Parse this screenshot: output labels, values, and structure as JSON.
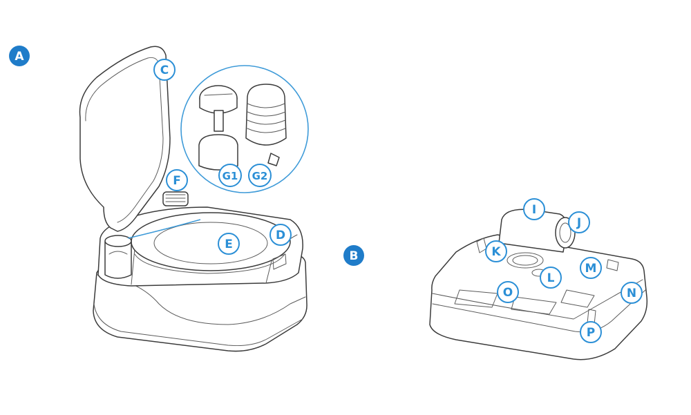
{
  "section_markers": {
    "a": "A",
    "b": "B"
  },
  "callouts": {
    "c": "C",
    "d": "D",
    "e": "E",
    "f": "F",
    "g1": "G1",
    "g2": "G2",
    "i": "I",
    "j": "J",
    "k": "K",
    "l": "L",
    "m": "M",
    "n": "N",
    "o": "O",
    "p": "P"
  },
  "colors": {
    "callout_blue": "#2b8fd6",
    "marker_blue": "#1f7cc9",
    "line": "#3a3a3a"
  }
}
